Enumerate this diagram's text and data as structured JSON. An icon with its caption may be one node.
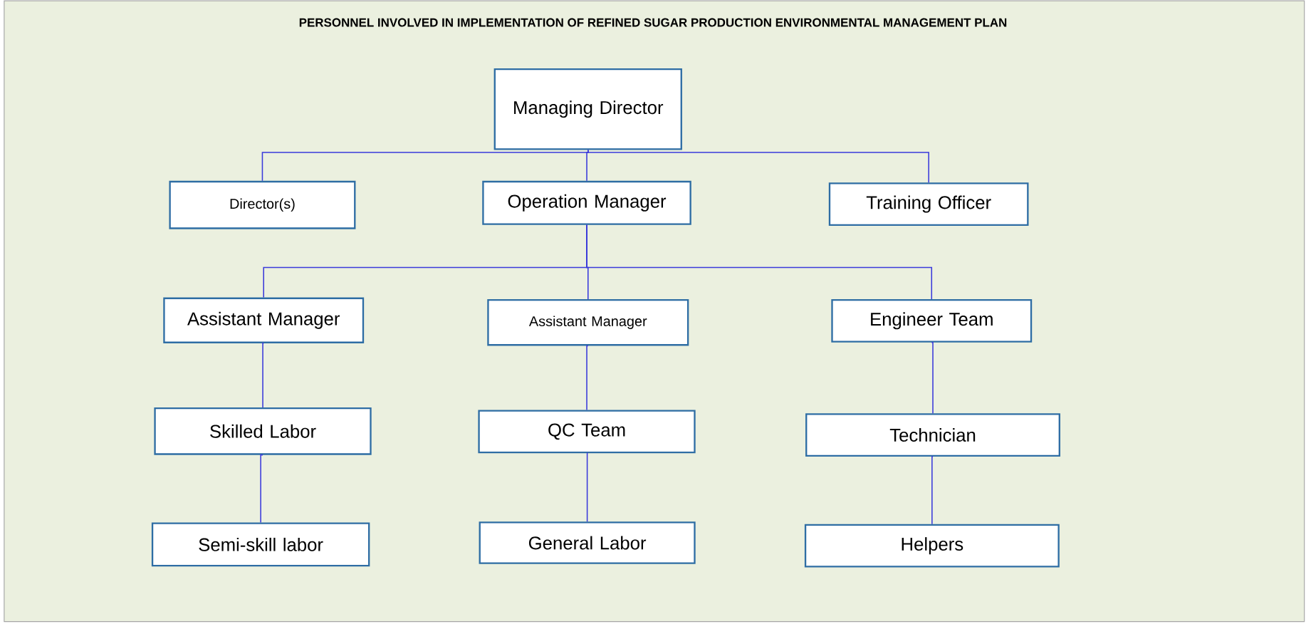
{
  "diagram": {
    "title": "PERSONNEL INVOLVED IN IMPLEMENTATION OF REFINED SUGAR PRODUCTION ENVIRONMENTAL MANAGEMENT PLAN",
    "nodes": [
      {
        "text": [
          "Managing Director"
        ]
      },
      {
        "text": [
          "Director(s)"
        ]
      },
      {
        "text": [
          "Operation Manager"
        ]
      },
      {
        "text": [
          "Training Officer"
        ]
      },
      {
        "text": [
          "Assistant Manager"
        ]
      },
      {
        "text": [
          "Assistant Manager"
        ]
      },
      {
        "text": [
          "Engineer Team"
        ]
      },
      {
        "text": [
          "Skilled Labor"
        ]
      },
      {
        "text": [
          "QC Team"
        ]
      },
      {
        "text": [
          "Technician"
        ]
      },
      {
        "text": [
          "Semi-skill labor"
        ]
      },
      {
        "text": [
          "General Labor"
        ]
      },
      {
        "text": [
          "Helpers"
        ]
      }
    ],
    "edges": [
      {
        "from": 0,
        "to": 1,
        "arrow": "none"
      },
      {
        "from": 0,
        "to": 2,
        "arrow": "none"
      },
      {
        "from": 0,
        "to": 3,
        "arrow": "none"
      },
      {
        "from": 2,
        "to": 4,
        "arrow": "none"
      },
      {
        "from": 2,
        "to": 5,
        "arrow": "none"
      },
      {
        "from": 2,
        "to": 6,
        "arrow": "none"
      },
      {
        "from": 4,
        "to": 7,
        "arrow": "none"
      },
      {
        "from": 7,
        "to": 10,
        "arrow": "none"
      },
      {
        "from": 5,
        "to": 8,
        "arrow": "none"
      },
      {
        "from": 8,
        "to": 11,
        "arrow": "none"
      },
      {
        "from": 6,
        "to": 9,
        "arrow": "none"
      },
      {
        "from": 9,
        "to": 12,
        "arrow": "none"
      }
    ]
  }
}
